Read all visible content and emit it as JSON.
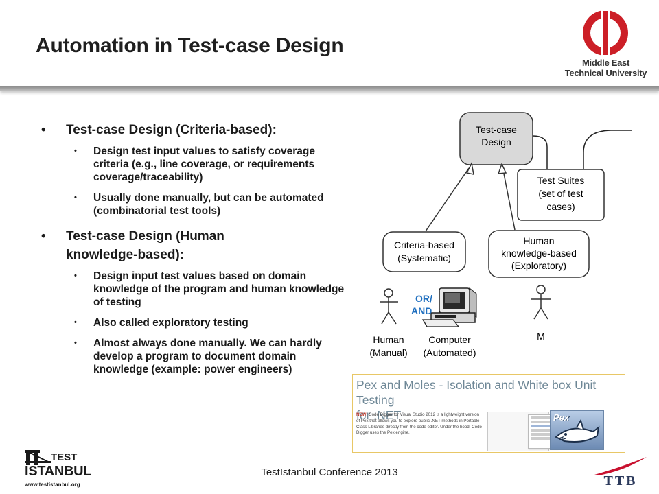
{
  "slide": {
    "title": "Automation in Test-case Design",
    "footer": "TestIstanbul Conference 2013"
  },
  "logos": {
    "metu_line1": "Middle East",
    "metu_line2": "Technical University",
    "testistanbul_test": "TEST",
    "testistanbul_istanbul": "ISTANBUL",
    "testistanbul_url": "www.testistanbul.org",
    "ttb": "TTB",
    "colors": {
      "metu_red": "#cc1f27",
      "ttb_red": "#c8102e",
      "ttb_navy": "#2c3a5c"
    }
  },
  "bullets": [
    {
      "text": "Test-case Design (Criteria-based):",
      "subs": [
        "Design test input values to satisfy coverage criteria (e.g., line coverage, or requirements coverage/traceability)",
        "Usually done manually, but can be automated (combinatorial test tools)"
      ]
    },
    {
      "text": "Test-case Design (Human knowledge-based):",
      "subs": [
        "Design input test values based on domain knowledge of the program and human knowledge of testing",
        "Also called exploratory testing",
        "Almost always done manually. We can hardly develop a program to document domain knowledge (example: power engineers)"
      ]
    }
  ],
  "diagram": {
    "top_box": [
      "Test-case",
      "Design"
    ],
    "suites_box": [
      "Test Suites",
      "(set of test",
      "cases)"
    ],
    "criteria_box": [
      "Criteria-based",
      "(Systematic)"
    ],
    "human_box": [
      "Human",
      "knowledge-based",
      "(Exploratory)"
    ],
    "or_and": [
      "OR/",
      "AND"
    ],
    "human_label": [
      "Human",
      "(Manual)"
    ],
    "computer_label": [
      "Computer",
      "(Automated)"
    ],
    "m_label": "M",
    "colors": {
      "box_fill_top": "#d9d9d9",
      "or_and": "#1f6fbf"
    }
  },
  "pex": {
    "title_line1": "Pex and Moles - Isolation and White box Unit Testing",
    "title_line2": "for .NET",
    "body_new": "NEW:",
    "body": "Code Digger for Visual Studio 2012 is a lightweight version of Pex that allows you to explore public .NET methods in Portable Class Libraries directly from the code editor. Under the hood, Code Digger uses the Pex engine.",
    "logo_text": "Pex"
  }
}
